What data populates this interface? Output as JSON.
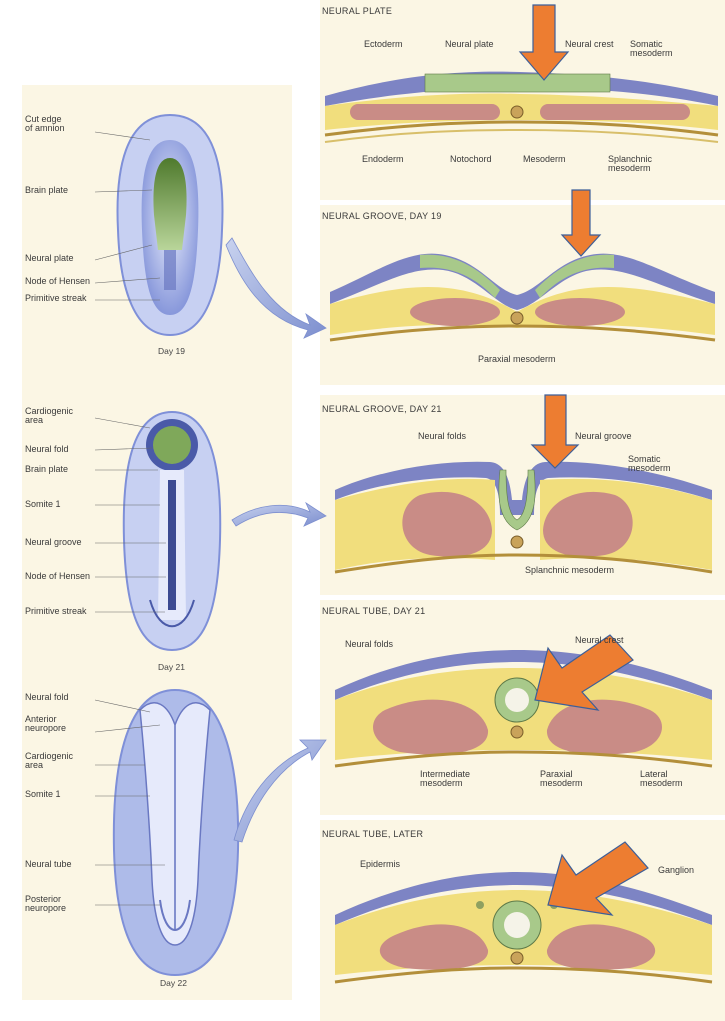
{
  "left_column": {
    "stage_1": {
      "labels": [
        "Cut edge\nof amnion",
        "Brain plate",
        "Neural plate",
        "Node of Hensen",
        "Primitive streak"
      ],
      "day": "Day 19"
    },
    "stage_2": {
      "labels": [
        "Cardiogenic\narea",
        "Neural fold",
        "Brain plate",
        "Somite 1",
        "Neural groove",
        "Node of Hensen",
        "Primitive streak"
      ],
      "day": "Day 21"
    },
    "stage_3": {
      "labels": [
        "Neural fold",
        "Anterior\nneuropore",
        "Cardiogenic\narea",
        "Somite 1",
        "Neural tube",
        "Posterior\nneuropore"
      ],
      "day": "Day 22"
    }
  },
  "right_column": {
    "section_1": {
      "title": "NEURAL PLATE",
      "top_labels": [
        "Ectoderm",
        "Neural plate",
        "Neural crest",
        "Somatic\nmesoderm"
      ],
      "bottom_labels": [
        "Endoderm",
        "Notochord",
        "Mesoderm",
        "Splanchnic\nmesoderm"
      ]
    },
    "section_2": {
      "title": "NEURAL GROOVE, DAY 19",
      "bottom_labels": [
        "Paraxial mesoderm"
      ]
    },
    "section_3": {
      "title": "NEURAL GROOVE, DAY 21",
      "labels": [
        "Neural folds",
        "Neural groove",
        "Somatic\nmesoderm",
        "Splanchnic mesoderm"
      ]
    },
    "section_4": {
      "title": "NEURAL TUBE, DAY 21",
      "labels": [
        "Neural folds",
        "Neural crest",
        "Intermediate\nmesoderm",
        "Paraxial\nmesoderm",
        "Lateral\nmesoderm"
      ]
    },
    "section_5": {
      "title": "NEURAL TUBE, LATER",
      "labels": [
        "Epidermis",
        "Ganglion"
      ]
    }
  },
  "colors": {
    "panel_bg": "#fbf6e4",
    "ectoderm": "#7d84c4",
    "neural_plate": "#a8c98a",
    "mesoderm_yellow": "#f1de7d",
    "somite_pink": "#c98c86",
    "embryo_blue": "#8fa0e0",
    "arrow_orange": "#ed7d31",
    "arrow_outline": "#3d5f99"
  }
}
